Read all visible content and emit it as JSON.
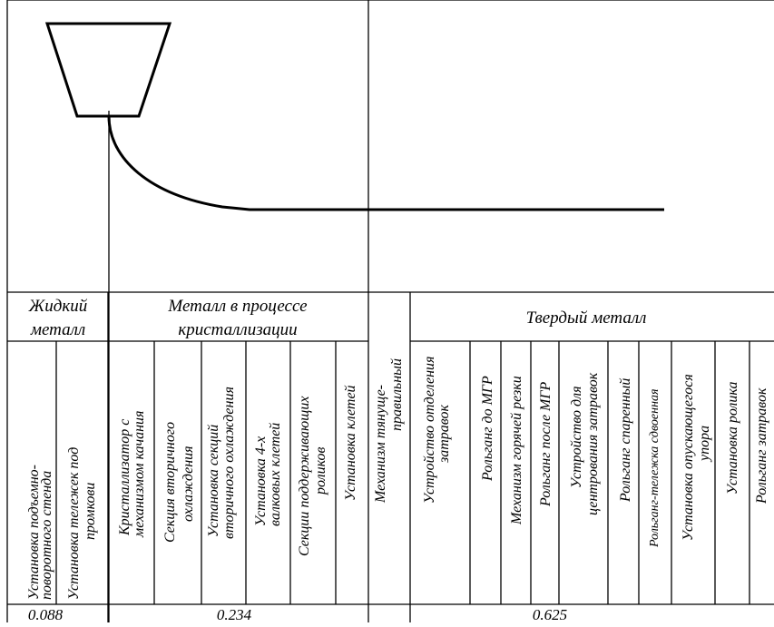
{
  "groups": {
    "liquid": [
      "Жидкий",
      "металл"
    ],
    "crystallization": [
      "Металл в процессе",
      "кристаллизации"
    ],
    "solid": "Твердый металл"
  },
  "equipment": {
    "lifting_stand": [
      "Установка подъемно-",
      "поворотного стенда"
    ],
    "tundish_cars": [
      "Установка тележек под",
      "промкови"
    ],
    "mould": [
      "Кристаллизатор с",
      "механизмом качания"
    ],
    "secondary_cooling_section": [
      "Секция вторичного",
      "охлаждения"
    ],
    "secondary_cooling_install": [
      "Установка секций",
      "вторичного охлаждения"
    ],
    "four_roll_stands": [
      "Установка 4-х",
      "валковых клетей"
    ],
    "support_roll_sections": [
      "Секции поддерживающих",
      "роликов"
    ],
    "stand_install": "Установка клетей",
    "withdrawal_straightening": [
      "Механизм тянуще-",
      "правильный"
    ],
    "dummy_bar_separator": [
      "Устройство отделения",
      "затравок"
    ],
    "roller_table_before": "Рольганг до МГР",
    "hot_cutting": "Механизм горячей резки",
    "roller_table_after": "Рольганг после МГР",
    "dummy_bar_centering": [
      "Устройство для",
      "центрования затравок"
    ],
    "twin_roller_table": "Рольганг спаренный",
    "twin_roller_car": "Рольганг-тележка сдвоенная",
    "lowering_stop": [
      "Установка опускающегося",
      "упора"
    ],
    "roller_install": "Установка ролика",
    "dummy_bar_roller_table": "Рольганг затравок"
  },
  "values": {
    "liquid": "0.088",
    "crystallization": "0.234",
    "solid": "0.625"
  }
}
